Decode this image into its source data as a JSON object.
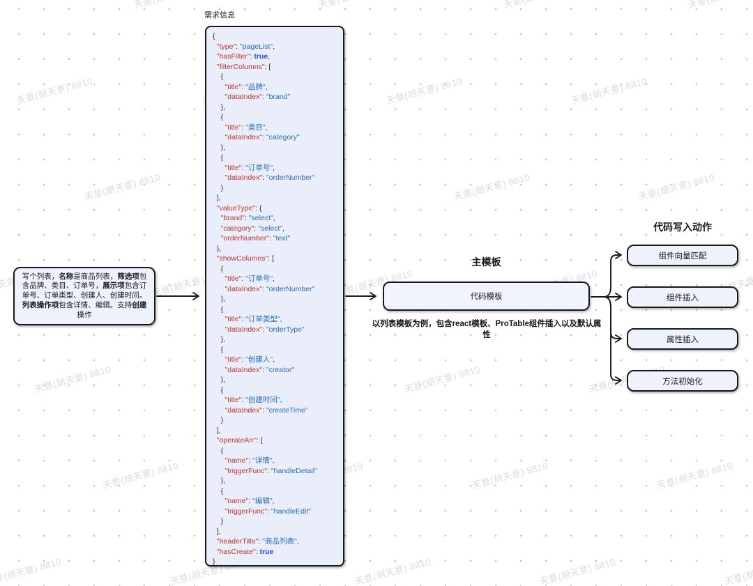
{
  "watermark": {
    "text": "天意(胡天意) 8810"
  },
  "requirement_note": {
    "segments": [
      {
        "text": "写个列表，",
        "bold": false
      },
      {
        "text": "名称",
        "bold": true
      },
      {
        "text": "是商品列表，",
        "bold": false
      },
      {
        "text": "筛选项",
        "bold": true
      },
      {
        "text": "包含品牌、类目、订单号，",
        "bold": false
      },
      {
        "text": "展示项",
        "bold": true
      },
      {
        "text": "包含订单号、订单类型、创建人、创建时间。",
        "bold": false
      },
      {
        "text": "列表操作项",
        "bold": true
      },
      {
        "text": "包含详情、编辑。支持",
        "bold": false
      },
      {
        "text": "创建",
        "bold": true
      },
      {
        "text": "操作",
        "bold": false
      }
    ]
  },
  "requirement_info": {
    "label": "需求信息",
    "code": "{\n  \"type\": \"pageList\",\n  \"hasFilter\": true,\n  \"filterColumns\": [\n    {\n      \"title\": \"品牌\",\n      \"dataIndex\": \"brand\"\n    },\n    {\n      \"title\": \"类目\",\n      \"dataIndex\": \"category\"\n    },\n    {\n      \"title\": \"订单号\",\n      \"dataIndex\": \"orderNumber\"\n    }\n  ],\n  \"valueType\": {\n    \"brand\": \"select\",\n    \"category\": \"select\",\n    \"orderNumber\": \"text\"\n  },\n  \"showColumns\": [\n    {\n      \"title\": \"订单号\",\n      \"dataIndex\": \"orderNumber\"\n    },\n    {\n      \"title\": \"订单类型\",\n      \"dataIndex\": \"orderType\"\n    },\n    {\n      \"title\": \"创建人\",\n      \"dataIndex\": \"creator\"\n    },\n    {\n      \"title\": \"创建时间\",\n      \"dataIndex\": \"createTime\"\n    }\n  ],\n  \"operateArr\": [\n    {\n      \"name\": \"详情\",\n      \"triggerFunc\": \"handleDetail\"\n    },\n    {\n      \"name\": \"编辑\",\n      \"triggerFunc\": \"handleEdit\"\n    }\n  ],\n  \"headerTitle\": \"商品列表\",\n  \"hasCreate\": true\n}"
  },
  "main_template": {
    "title": "主模板",
    "box_label": "代码模板",
    "caption": "以列表模板为例，包含react模板、ProTable组件插入以及默认属性"
  },
  "write_actions": {
    "title": "代码写入动作",
    "items": [
      {
        "label": "组件向量匹配"
      },
      {
        "label": "组件插入"
      },
      {
        "label": "属性插入"
      },
      {
        "label": "方法初始化"
      }
    ]
  },
  "colors": {
    "box_fill": "#edf2fb",
    "box_border": "#17171c",
    "code_key": "#c1352c",
    "code_string": "#2b6cb5",
    "code_bool": "#1b4fd8",
    "arrow": "#17171c"
  }
}
